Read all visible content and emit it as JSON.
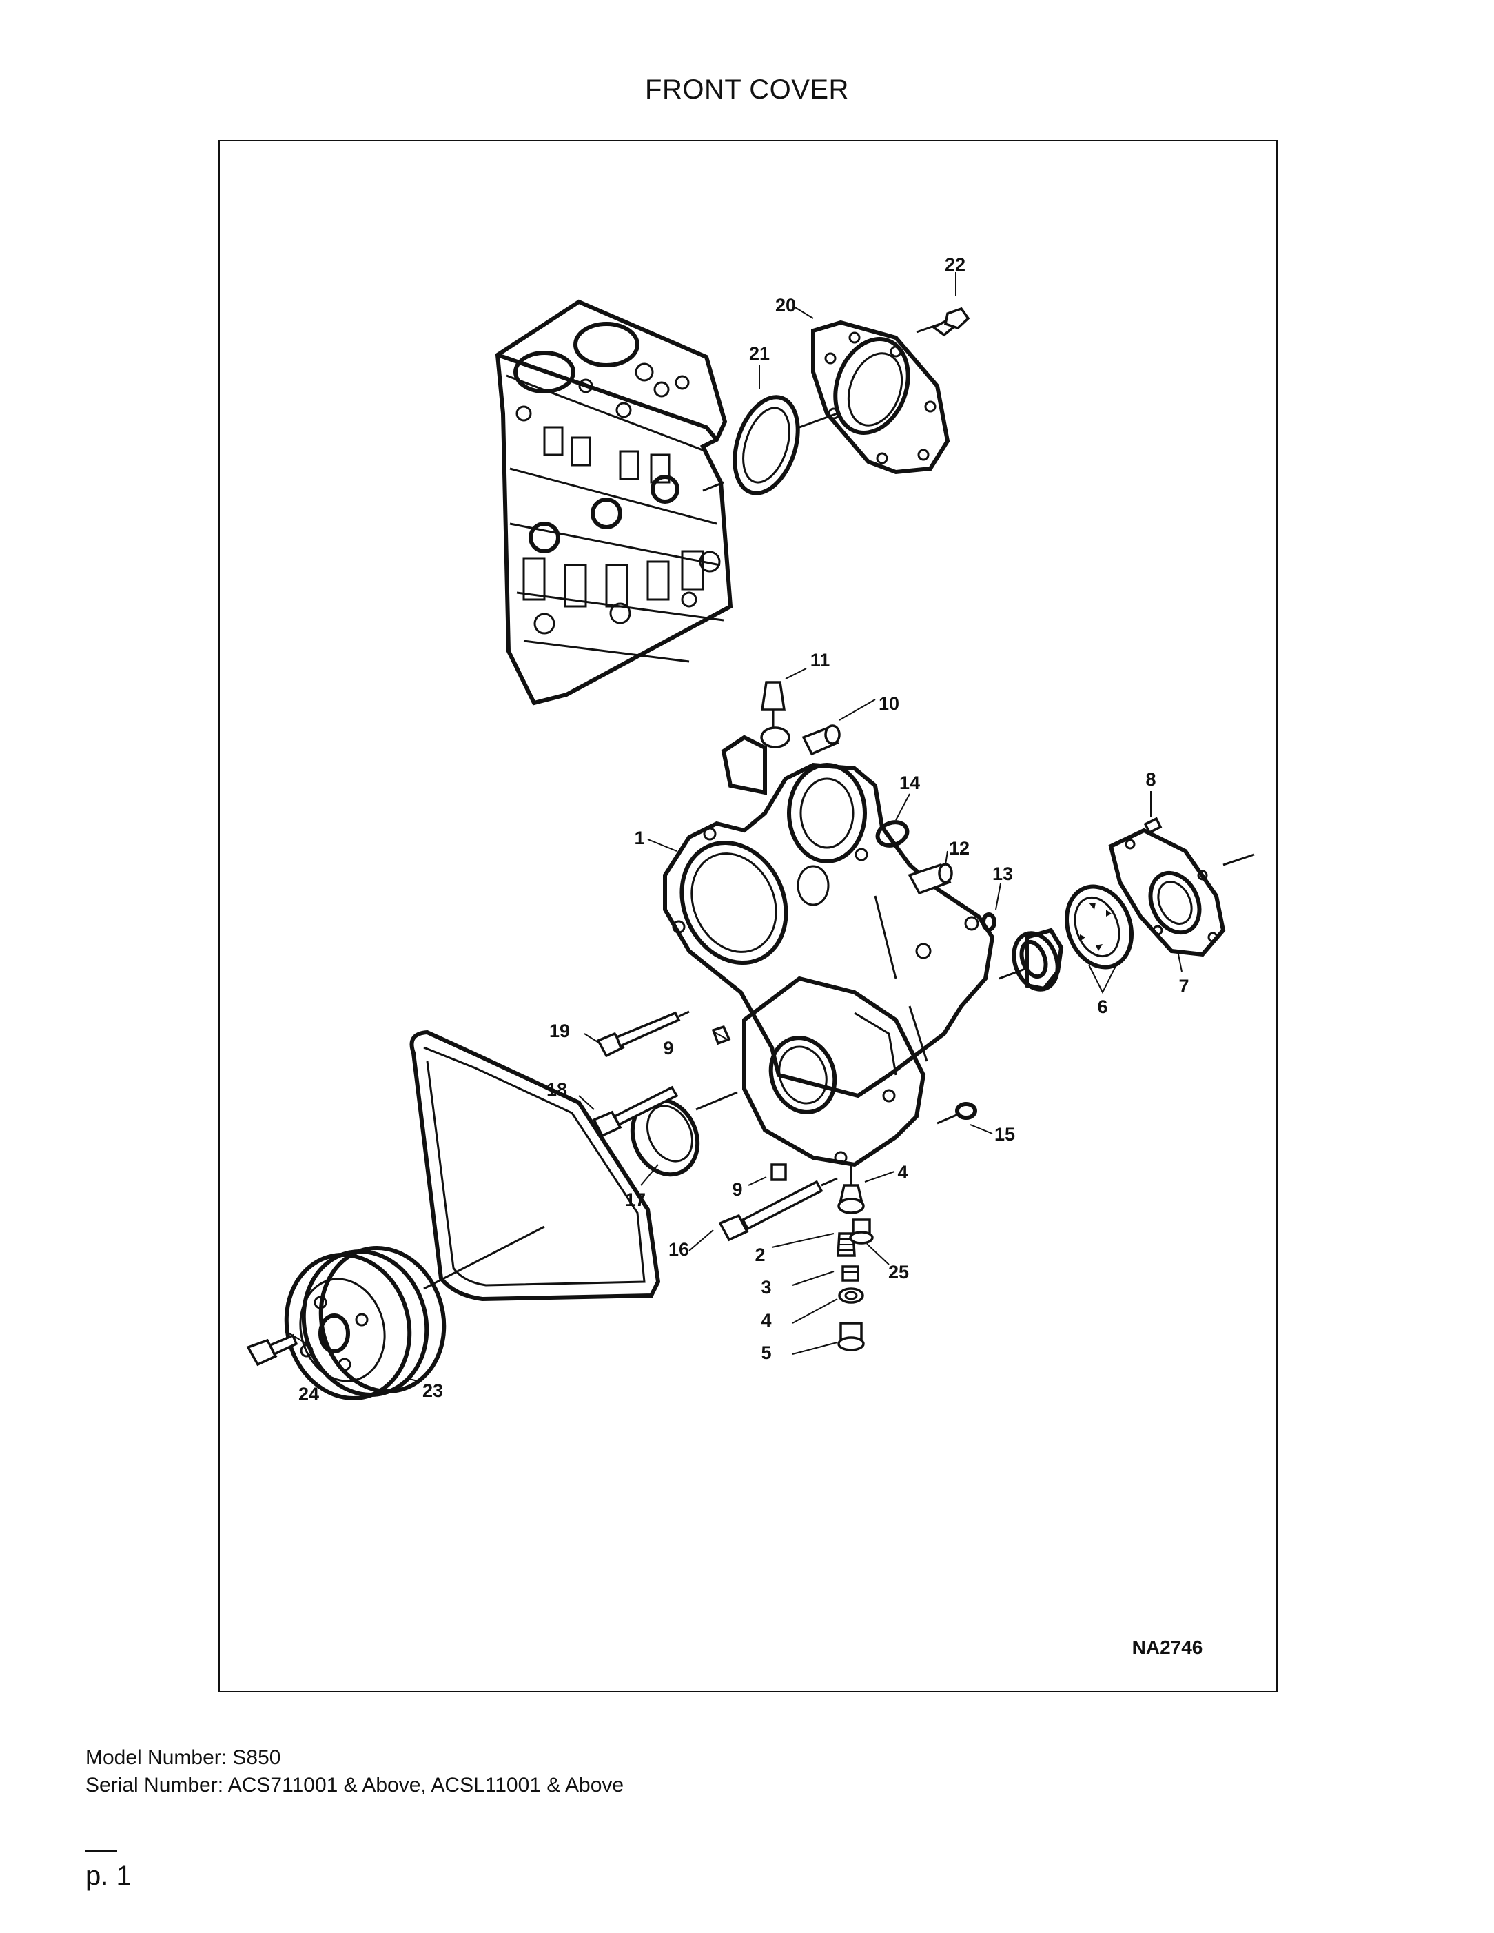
{
  "page": {
    "title": "FRONT COVER",
    "page_number": "p. 1"
  },
  "diagram": {
    "reference_code": "NA2746",
    "callouts": {
      "c1": "1",
      "c2": "2",
      "c3": "3",
      "c4a": "4",
      "c4b": "4",
      "c5": "5",
      "c6": "6",
      "c7": "7",
      "c8": "8",
      "c9a": "9",
      "c9b": "9",
      "c10": "10",
      "c11": "11",
      "c12": "12",
      "c13": "13",
      "c14": "14",
      "c15": "15",
      "c16": "16",
      "c17": "17",
      "c18": "18",
      "c19": "19",
      "c20": "20",
      "c21": "21",
      "c22": "22",
      "c23": "23",
      "c24": "24",
      "c25": "25"
    }
  },
  "footer": {
    "model_line": "Model Number: S850",
    "serial_line": "Serial Number: ACS711001 & Above, ACSL11001 & Above"
  }
}
